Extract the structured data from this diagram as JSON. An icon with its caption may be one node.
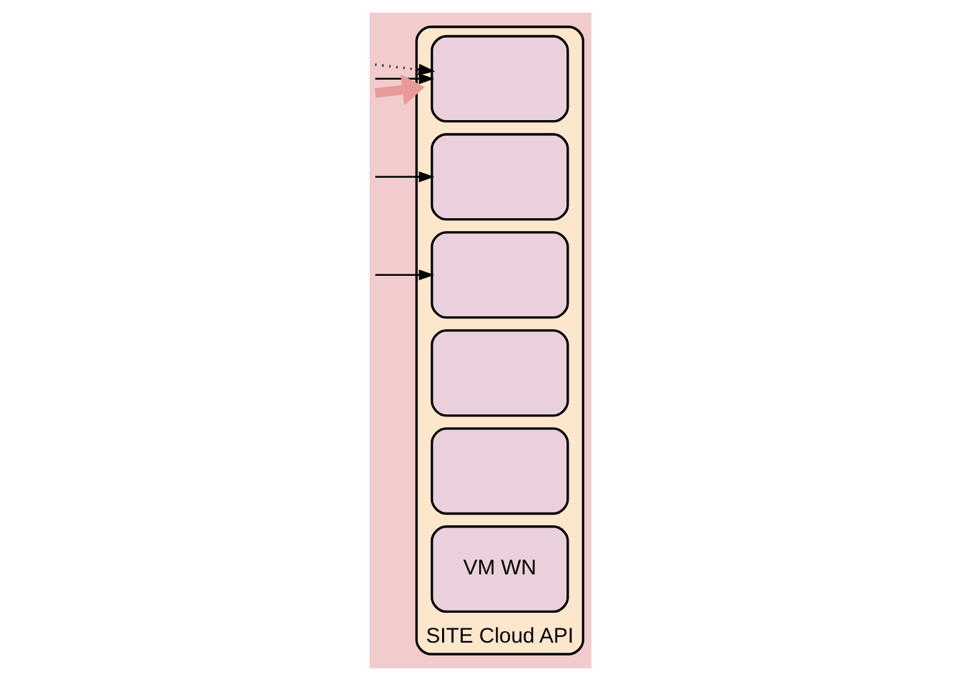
{
  "diagram": {
    "nodes": [
      {
        "text": [
          "SITE Cloud API"
        ]
      },
      {
        "text": [],
        "shape": "box",
        "in": 0
      },
      {
        "text": [],
        "shape": "box",
        "in": 0
      },
      {
        "text": [],
        "shape": "box",
        "in": 0
      },
      {
        "text": [],
        "shape": "box",
        "in": 0
      },
      {
        "text": [],
        "shape": "box",
        "in": 0
      },
      {
        "text": [
          "VM WN"
        ],
        "in": 0
      }
    ],
    "edges": [
      {
        "from": null,
        "to": 1,
        "arrow": "to",
        "style": "dashed"
      },
      {
        "from": null,
        "to": 1,
        "arrow": "to"
      },
      {
        "from": null,
        "to": 2,
        "arrow": "to"
      },
      {
        "from": null,
        "to": 3,
        "arrow": "to"
      },
      {
        "from": null,
        "to": 0,
        "arrow": "to",
        "style": "thick",
        "color": "#e89a9a"
      }
    ]
  }
}
